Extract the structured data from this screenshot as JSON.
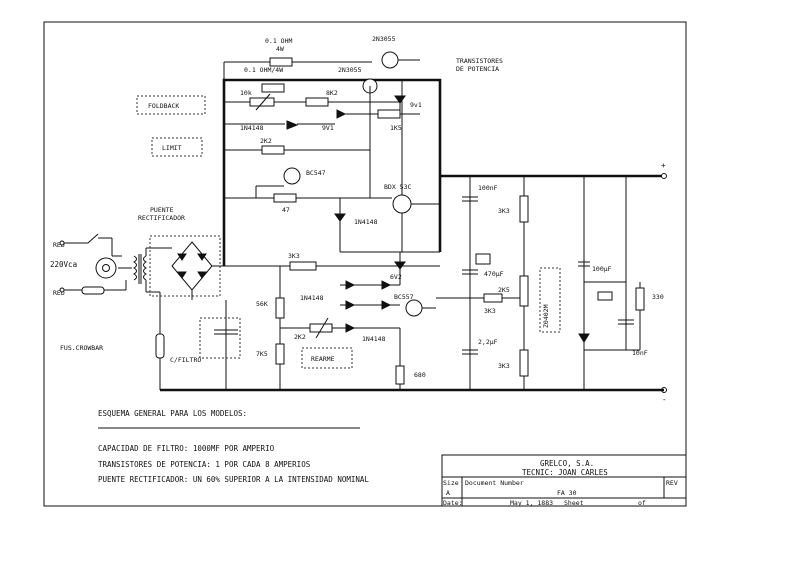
{
  "labels": {
    "r_01ohm_top_value": "0.1 OHM",
    "r_01ohm_top_power": "4W",
    "q_2n3055_top": "2N3055",
    "r_01ohm_mid": "0.1 OHM/4W",
    "q_2n3055_mid": "2N3055",
    "power_transistors_line1": "TRANSISTORES",
    "power_transistors_line2": "DE POTENCIA",
    "foldback": "FOLDBACK",
    "limit": "LIMIT",
    "r_10k": "10k",
    "r_8k2": "8K2",
    "zener_9v1_a": "9v1",
    "zener_9v1_b": "9V1",
    "d_1n4148_a": "1N4148",
    "r_1k5": "1K5",
    "r_2k2_limit": "2K2",
    "q_bc547": "BC547",
    "r_47": "47",
    "q_bdx53c": "BDX 53C",
    "d_1n4148_b": "1N4148",
    "c_100nf": "100nF",
    "r_3k3_a": "3K3",
    "bridge_line1": "PUENTE",
    "bridge_line2": "RECTIFICADOR",
    "mains_red_a": "RED",
    "mains_220vca": "220Vca",
    "mains_red_b": "RED",
    "r_3k3_b": "3K3",
    "zener_6v2": "6V2",
    "c_470uf": "470µF",
    "r_56k": "56K",
    "d_1n4148_c": "1N4148",
    "q_bc557": "BC557",
    "r_2k5": "2K5",
    "r_3k3_c": "3K3",
    "pot_2k2": "2K2",
    "d_1n4148_d": "1N4148",
    "rearme": "REARME",
    "r_7k5": "7K5",
    "c_2_2uf": "2,2µF",
    "r_3k3_d": "3K3",
    "r_680": "680",
    "fus_crowbar": "FUS.CROWBAR",
    "c_filtro": "C/FILTRO",
    "crowbar_chip": "Z0402M",
    "c_100uf": "100µF",
    "r_330": "330",
    "c_10nf": "10nF",
    "out_plus": "+",
    "out_minus": "-"
  },
  "notes": {
    "title": "ESQUEMA GENERAL PARA LOS MODELOS:",
    "line1": "CAPACIDAD DE FILTRO: 1000MF POR AMPERIO",
    "line2": "TRANSISTORES DE POTENCIA: 1 POR CADA 8 AMPERIOS",
    "line3": "PUENTE RECTIFICADOR: UN 60% SUPERIOR A LA INTENSIDAD NOMINAL"
  },
  "title_block": {
    "company": "GRELCO, S.A.",
    "technician": "TECNIC: JOAN CARLES",
    "size_label": "Size",
    "size_value": "A",
    "docnum_label": "Document Number",
    "docnum_value": "FA 30",
    "rev_label": "REV",
    "date_label": "Date:",
    "date_value": "May  1, 1883",
    "sheet_label": "Sheet",
    "sheet_of": "of"
  }
}
